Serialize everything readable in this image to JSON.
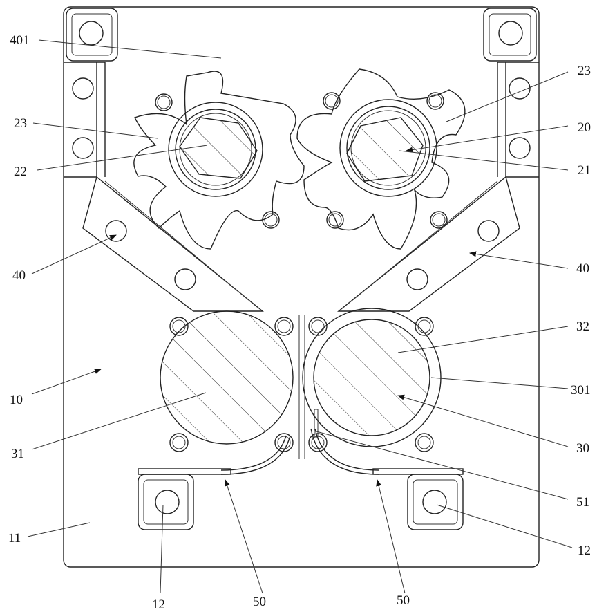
{
  "figure": {
    "type": "mechanical-drawing",
    "labels": {
      "l401": "401",
      "l23a": "23",
      "l23b": "23",
      "l20": "20",
      "l21": "21",
      "l22": "22",
      "l40a": "40",
      "l40b": "40",
      "l10": "10",
      "l32": "32",
      "l301": "301",
      "l31": "31",
      "l30": "30",
      "l51": "51",
      "l11": "11",
      "l12a": "12",
      "l12b": "12",
      "l50a": "50",
      "l50b": "50"
    },
    "colors": {
      "line": "#222222",
      "background": "#ffffff"
    }
  }
}
